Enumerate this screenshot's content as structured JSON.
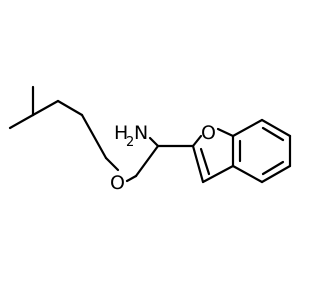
{
  "molecule": {
    "atoms": {
      "amine": {
        "element": "H",
        "subscript": "2",
        "suffix": "N"
      },
      "ether_oxygen": {
        "element": "O"
      },
      "furan_oxygen": {
        "element": "O"
      }
    }
  }
}
